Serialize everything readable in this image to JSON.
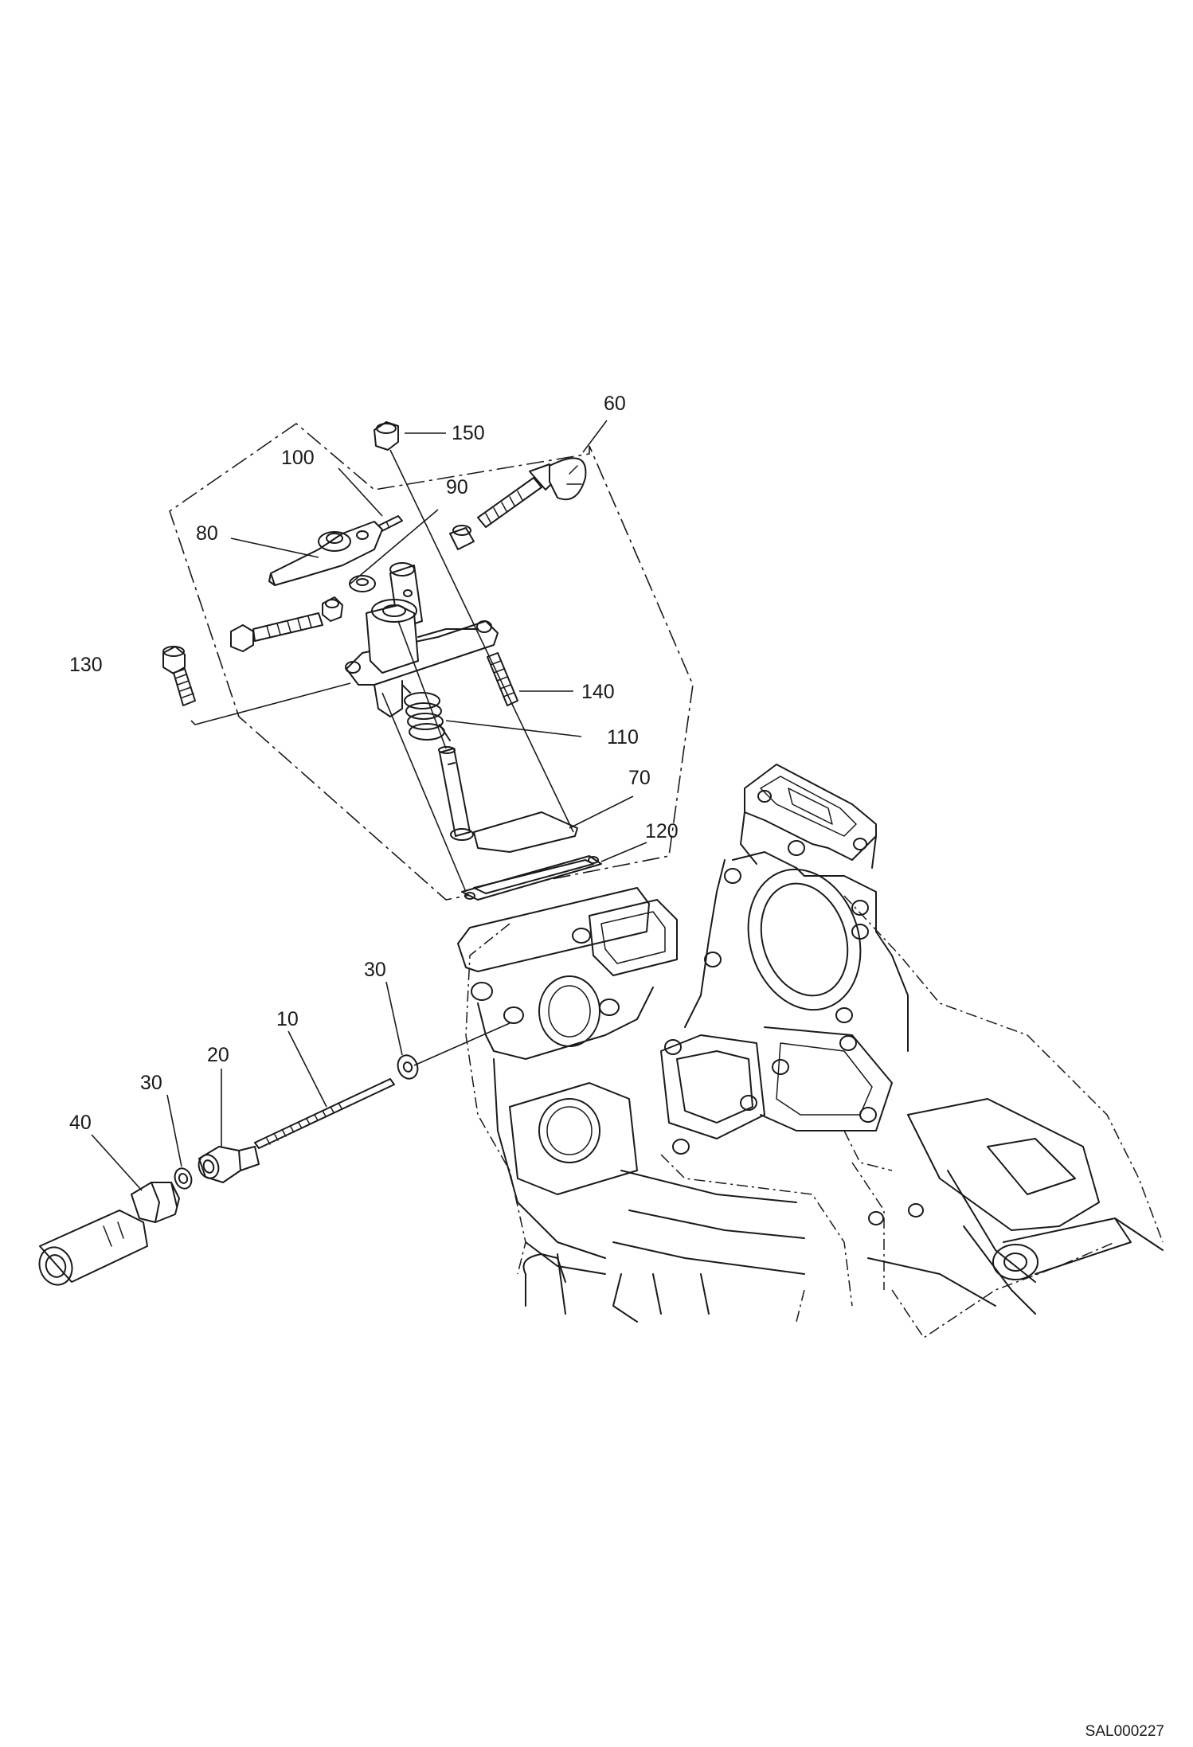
{
  "callouts": {
    "c10": "10",
    "c20": "20",
    "c30a": "30",
    "c30b": "30",
    "c40": "40",
    "c60": "60",
    "c70": "70",
    "c80": "80",
    "c90": "90",
    "c100": "100",
    "c110": "110",
    "c120": "120",
    "c130": "130",
    "c140": "140",
    "c150": "150"
  },
  "document_ref": "SAL000227",
  "colors": {
    "line": "#1a1a1a",
    "background": "#ffffff"
  }
}
